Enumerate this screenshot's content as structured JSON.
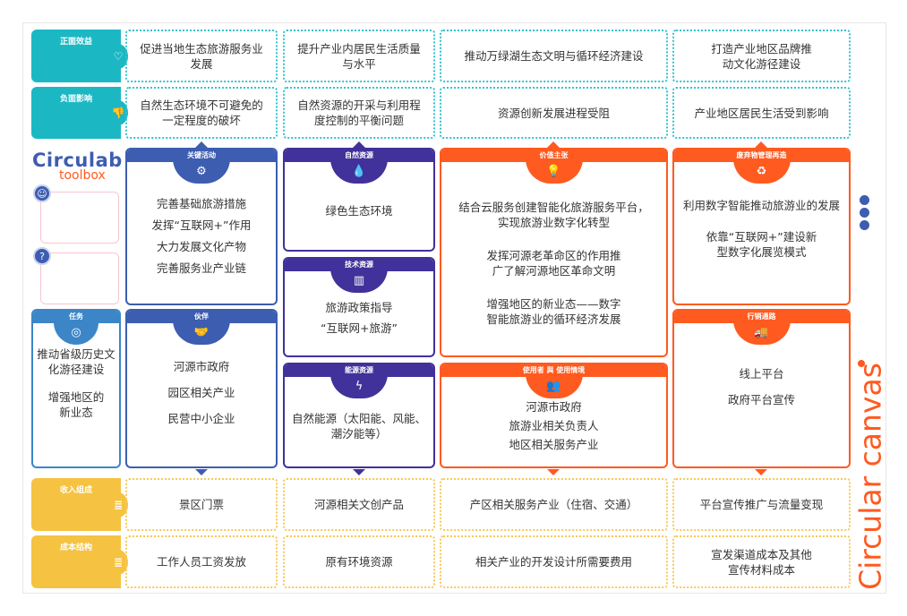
{
  "colors": {
    "teal": "#1bb8c4",
    "blue": "#3d5db0",
    "task_blue": "#3c86c8",
    "purple": "#41319a",
    "orange": "#ff5a1f",
    "yellow": "#f5c242"
  },
  "positive": {
    "title": "正面效益",
    "items": [
      "促进当地生态旅游服务业发展",
      "提升产业内居民生活质量与水平",
      "推动万绿湖生态文明与循环经济建设",
      "打造产业地区品牌推动文化游径建设"
    ]
  },
  "negative": {
    "title": "负面影响",
    "items": [
      "自然生态环境不可避免的一定程度的破坏",
      "自然资源的开采与利用程度控制的平衡问题",
      "资源创新发展进程受阻",
      "产业地区居民生活受到影响"
    ]
  },
  "logo": {
    "line1": "Circulab",
    "line2": "toolbox"
  },
  "task": {
    "title": "任务",
    "items": [
      "推动省级历史文化游径建设",
      "增强地区的新业态"
    ]
  },
  "activities": {
    "title": "关键活动",
    "items": [
      "完善基础旅游措施",
      "发挥“互联网+”作用",
      "大力发展文化产物",
      "完善服务业产业链"
    ]
  },
  "partners": {
    "title": "伙伴",
    "items": [
      "河源市政府",
      "园区相关产业",
      "民营中小企业"
    ]
  },
  "natural": {
    "title": "自然资源",
    "items": [
      "绿色生态环境"
    ]
  },
  "tech": {
    "title": "技术资源",
    "items": [
      "旅游政策指导",
      "“互联网+旅游”"
    ]
  },
  "energy": {
    "title": "能源资源",
    "items": [
      "自然能源（太阳能、风能、潮汐能等）"
    ]
  },
  "value": {
    "title": "价值主张",
    "items": [
      "结合云服务创建智能化旅游服务平台，实现旅游业数字化转型",
      "发挥河源老革命区的作用推广了解河源地区革命文明",
      "增强地区的新业态——数字智能旅游业的循环经济发展"
    ]
  },
  "users": {
    "title": "使用者 與 使用情境",
    "items": [
      "河源市政府",
      "旅游业相关负责人",
      "地区相关服务产业"
    ]
  },
  "waste": {
    "title": "废弃物管理再造",
    "items": [
      "利用数字智能推动旅游业的发展",
      "依靠“互联网+”建设新型数字化展览模式"
    ]
  },
  "channels": {
    "title": "行销通路",
    "items": [
      "线上平台",
      "政府平台宣传"
    ]
  },
  "revenue": {
    "title": "收入组成",
    "items": [
      "景区门票",
      "河源相关文创产品",
      "产区相关服务产业（住宿、交通）",
      "平台宣传推广与流量变现"
    ]
  },
  "cost": {
    "title": "成本结构",
    "items": [
      "工作人员工资发放",
      "原有环境资源",
      "相关产业的开发设计所需要费用",
      "宣发渠道成本及其他宣传材料成本"
    ]
  },
  "brand": "Circular canvas"
}
